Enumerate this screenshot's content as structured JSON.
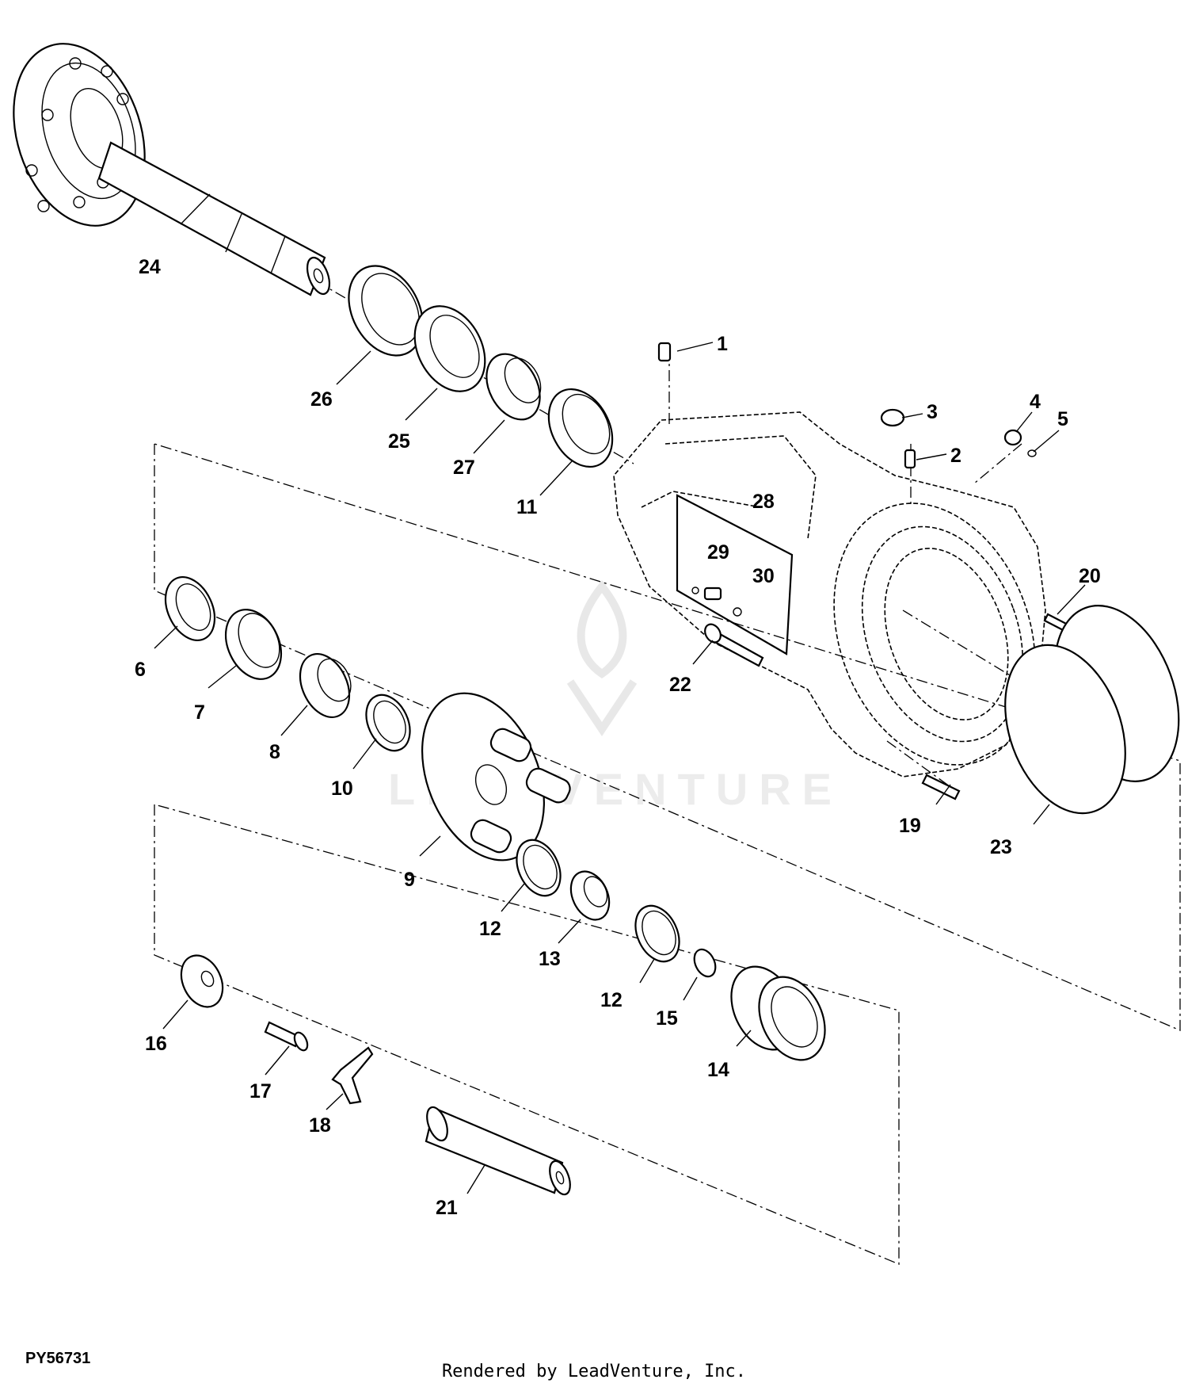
{
  "diagram": {
    "figure_id": "PY56731",
    "footer": "Rendered by LeadVenture, Inc.",
    "watermark": "LEADVENTURE",
    "callouts": [
      "1",
      "2",
      "3",
      "4",
      "5",
      "6",
      "7",
      "8",
      "9",
      "10",
      "11",
      "12",
      "12",
      "13",
      "14",
      "15",
      "16",
      "17",
      "18",
      "19",
      "20",
      "21",
      "22",
      "23",
      "24",
      "25",
      "26",
      "27",
      "28",
      "29",
      "30"
    ]
  }
}
